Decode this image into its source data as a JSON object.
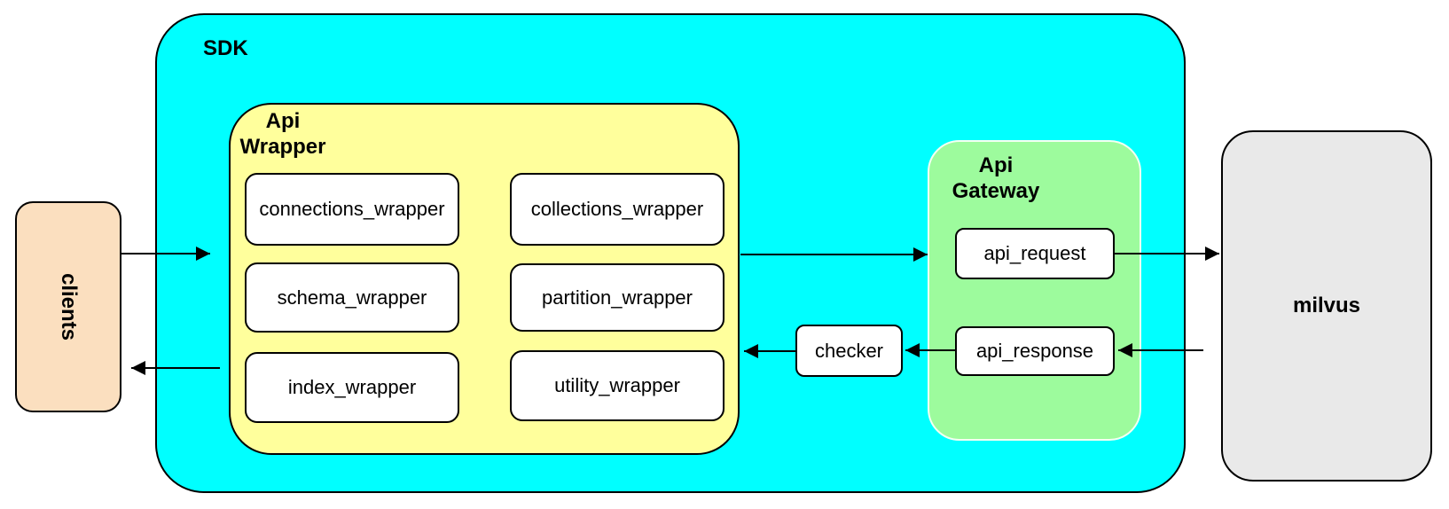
{
  "diagram": {
    "containers": {
      "sdk": {
        "label": "SDK"
      },
      "api_wrapper": {
        "label_line1": "Api",
        "label_line2": "Wrapper"
      },
      "api_gateway": {
        "label_line1": "Api",
        "label_line2": "Gateway"
      }
    },
    "nodes": {
      "clients": {
        "label": "clients"
      },
      "milvus": {
        "label": "milvus"
      },
      "connections_wrapper": {
        "label": "connections_wrapper"
      },
      "collections_wrapper": {
        "label": "collections_wrapper"
      },
      "schema_wrapper": {
        "label": "schema_wrapper"
      },
      "partition_wrapper": {
        "label": "partition_wrapper"
      },
      "index_wrapper": {
        "label": "index_wrapper"
      },
      "utility_wrapper": {
        "label": "utility_wrapper"
      },
      "api_request": {
        "label": "api_request"
      },
      "api_response": {
        "label": "api_response"
      },
      "checker": {
        "label": "checker"
      }
    },
    "edges": [
      {
        "from": "clients",
        "to": "api_wrapper"
      },
      {
        "from": "api_wrapper",
        "to": "api_request"
      },
      {
        "from": "api_request",
        "to": "milvus"
      },
      {
        "from": "milvus",
        "to": "api_response"
      },
      {
        "from": "api_response",
        "to": "checker"
      },
      {
        "from": "checker",
        "to": "api_wrapper"
      },
      {
        "from": "api_wrapper",
        "to": "clients"
      }
    ],
    "colors": {
      "sdk_fill": "#00FFFF",
      "api_wrapper_fill": "#FFFF9C",
      "api_gateway_fill": "#9DFB9D",
      "clients_fill": "#FBDFBF",
      "milvus_fill": "#E9E9E9",
      "node_fill": "#FFFFFF",
      "border": "#000000"
    }
  }
}
